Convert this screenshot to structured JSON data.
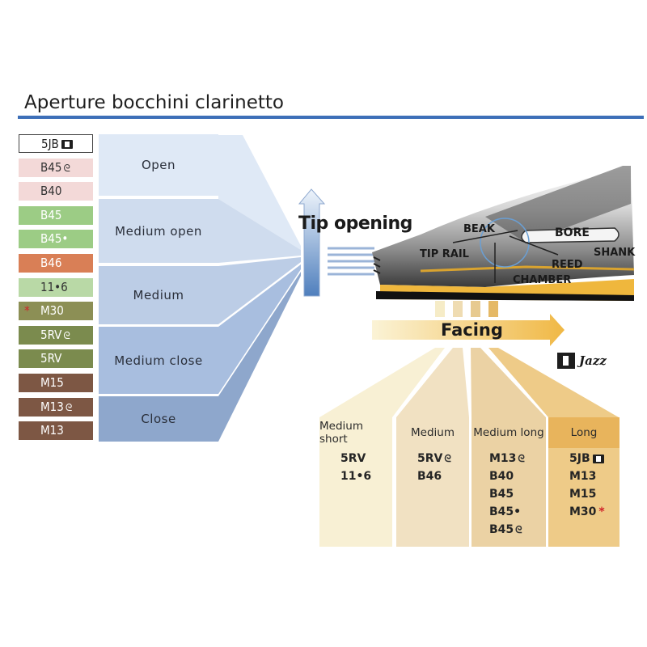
{
  "title": "Aperture bocchini clarinetto",
  "mouthpieces": [
    {
      "label": "5JB",
      "mark": "jazz",
      "bg": "#ffffff",
      "fg": "#222222",
      "border": "#444444"
    },
    {
      "label": "B45",
      "mark": "lyre",
      "bg": "#f3d9d8",
      "fg": "#333333"
    },
    {
      "label": "B40",
      "mark": "",
      "bg": "#f3d9d8",
      "fg": "#333333"
    },
    {
      "label": "B45",
      "mark": "",
      "bg": "#9ccc85",
      "fg": "#ffffff"
    },
    {
      "label": "B45•",
      "mark": "",
      "bg": "#9ccc85",
      "fg": "#ffffff"
    },
    {
      "label": "B46",
      "mark": "",
      "bg": "#d97f56",
      "fg": "#ffffff"
    },
    {
      "label": "11•6",
      "mark": "",
      "bg": "#b9d9a6",
      "fg": "#333333"
    },
    {
      "label": "M30",
      "mark": "star",
      "bg": "#8c8f55",
      "fg": "#ffffff"
    },
    {
      "label": "5RV",
      "mark": "lyre",
      "bg": "#7b8b4e",
      "fg": "#ffffff"
    },
    {
      "label": "5RV",
      "mark": "",
      "bg": "#7b8b4e",
      "fg": "#ffffff"
    },
    {
      "label": "M15",
      "mark": "",
      "bg": "#7d5744",
      "fg": "#ffffff"
    },
    {
      "label": "M13",
      "mark": "lyre",
      "bg": "#7d5744",
      "fg": "#ffffff"
    },
    {
      "label": "M13",
      "mark": "",
      "bg": "#7d5744",
      "fg": "#ffffff"
    }
  ],
  "tip_levels": [
    {
      "label": "Open",
      "bg": "#dfe9f6"
    },
    {
      "label": "Medium open",
      "bg": "#cfdcee"
    },
    {
      "label": "Medium",
      "bg": "#bccde6"
    },
    {
      "label": "Medium close",
      "bg": "#a8bedf"
    },
    {
      "label": "Close",
      "bg": "#8ea7cc"
    }
  ],
  "diagram": {
    "tip_opening": "Tip opening",
    "facing": "Facing",
    "parts": {
      "beak": "BEAK",
      "bore": "BORE",
      "tip_rail": "TIP RAIL",
      "reed": "REED",
      "shank": "SHANK",
      "chamber": "CHAMBER"
    },
    "jazz": "Jazz"
  },
  "facing_table": [
    {
      "header": "Medium short",
      "bg": "#f8f0d4",
      "hdr_bg": "#f8f0d4",
      "items": [
        {
          "t": "5RV",
          "m": ""
        },
        {
          "t": "11•6",
          "m": ""
        }
      ]
    },
    {
      "header": "Medium",
      "bg": "#f1e1c2",
      "hdr_bg": "#f1e1c2",
      "items": [
        {
          "t": "5RV",
          "m": "lyre"
        },
        {
          "t": "B46",
          "m": ""
        }
      ]
    },
    {
      "header": "Medium long",
      "bg": "#ebd2a4",
      "hdr_bg": "#ebd2a4",
      "items": [
        {
          "t": "M13",
          "m": "lyre"
        },
        {
          "t": "B40",
          "m": ""
        },
        {
          "t": "B45",
          "m": ""
        },
        {
          "t": "B45•",
          "m": ""
        },
        {
          "t": "B45",
          "m": "lyre"
        }
      ]
    },
    {
      "header": "Long",
      "bg": "#eecb88",
      "hdr_bg": "#e8b45c",
      "items": [
        {
          "t": "5JB",
          "m": "jazz"
        },
        {
          "t": "M13",
          "m": ""
        },
        {
          "t": "M15",
          "m": ""
        },
        {
          "t": "M30",
          "m": "star"
        }
      ]
    }
  ]
}
